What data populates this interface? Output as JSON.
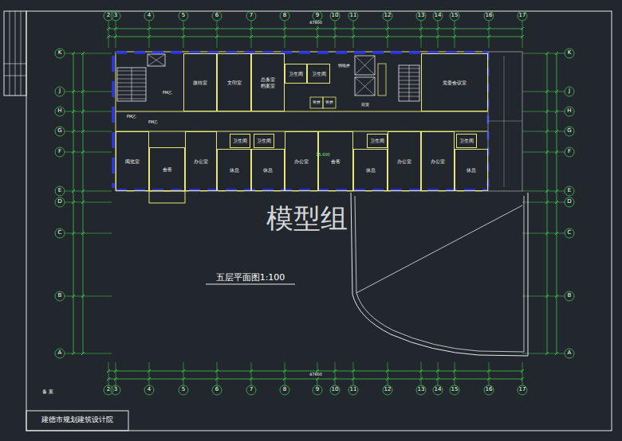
{
  "diagram": {
    "title": "五层平面图1:100",
    "nodes": [
      {
        "text": [
          "接待室"
        ]
      },
      {
        "text": [
          "文印室"
        ]
      },
      {
        "text": [
          "总务室",
          "档案室"
        ]
      },
      {
        "text": [
          "卫生间"
        ]
      },
      {
        "text": [
          "卫生间"
        ]
      },
      {
        "text": [
          "党委会议室"
        ]
      },
      {
        "text": [
          "阅览室"
        ]
      },
      {
        "text": [
          "会客"
        ]
      },
      {
        "text": [
          "办公室"
        ]
      },
      {
        "text": [
          "卫生间"
        ]
      },
      {
        "text": [
          "卫生间"
        ]
      },
      {
        "text": [
          "休息"
        ]
      },
      {
        "text": [
          "休息"
        ]
      },
      {
        "text": [
          "办公室"
        ]
      },
      {
        "text": [
          "会客"
        ]
      },
      {
        "text": [
          "卫生间"
        ]
      },
      {
        "text": [
          "休息"
        ]
      },
      {
        "text": [
          "办公室"
        ]
      },
      {
        "text": [
          "办公室"
        ]
      },
      {
        "text": [
          "卫生间"
        ]
      },
      {
        "text": [
          "休息"
        ]
      }
    ],
    "labels": [
      "2",
      "3",
      "4",
      "5",
      "6",
      "7",
      "8",
      "9",
      "10",
      "11",
      "12",
      "13",
      "14",
      "15",
      "16",
      "17",
      "2",
      "3",
      "4",
      "5",
      "6",
      "7",
      "8",
      "9",
      "10",
      "11",
      "12",
      "13",
      "14",
      "15",
      "16",
      "17",
      "K",
      "J",
      "H",
      "G",
      "F",
      "E",
      "D",
      "C",
      "B",
      "A",
      "K",
      "J",
      "H",
      "G",
      "F",
      "E",
      "D",
      "C",
      "B",
      "A",
      "47600",
      "47600",
      "FM乙",
      "FM乙",
      "FM乙",
      "管井",
      "管井",
      "弱电井",
      "前室",
      "15.600",
      "模型组",
      "建德市规划建筑设计院",
      "备 案"
    ]
  }
}
